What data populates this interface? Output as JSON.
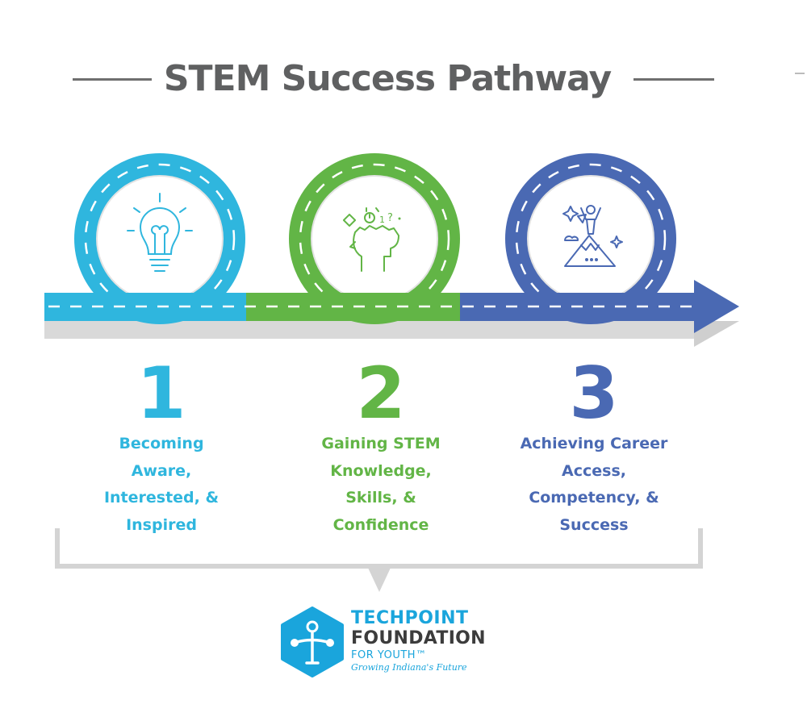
{
  "title": "STEM Success Pathway",
  "colors": {
    "title": "#5f6061",
    "step1": "#2fb6de",
    "step2": "#62b546",
    "step3": "#4a69b3",
    "road_shadow": "#d9d9d9",
    "bracket": "#d4d4d4",
    "brand": "#1aa5dc"
  },
  "steps": [
    {
      "number": "1",
      "lines": [
        "Becoming",
        "Aware,",
        "Interested, &",
        "Inspired"
      ],
      "icon": "lightbulb-icon"
    },
    {
      "number": "2",
      "lines": [
        "Gaining STEM",
        "Knowledge,",
        "Skills, &",
        "Confidence"
      ],
      "icon": "thinking-head-icon"
    },
    {
      "number": "3",
      "lines": [
        "Achieving Career",
        "Access,",
        "Competency, &",
        "Success"
      ],
      "icon": "mountain-summit-icon"
    }
  ],
  "logo": {
    "name_tech": "TECHPOINT",
    "name_foundation": "FOUNDATION",
    "name_youth": "FOR YOUTH™",
    "tagline": "Growing Indiana's Future"
  }
}
